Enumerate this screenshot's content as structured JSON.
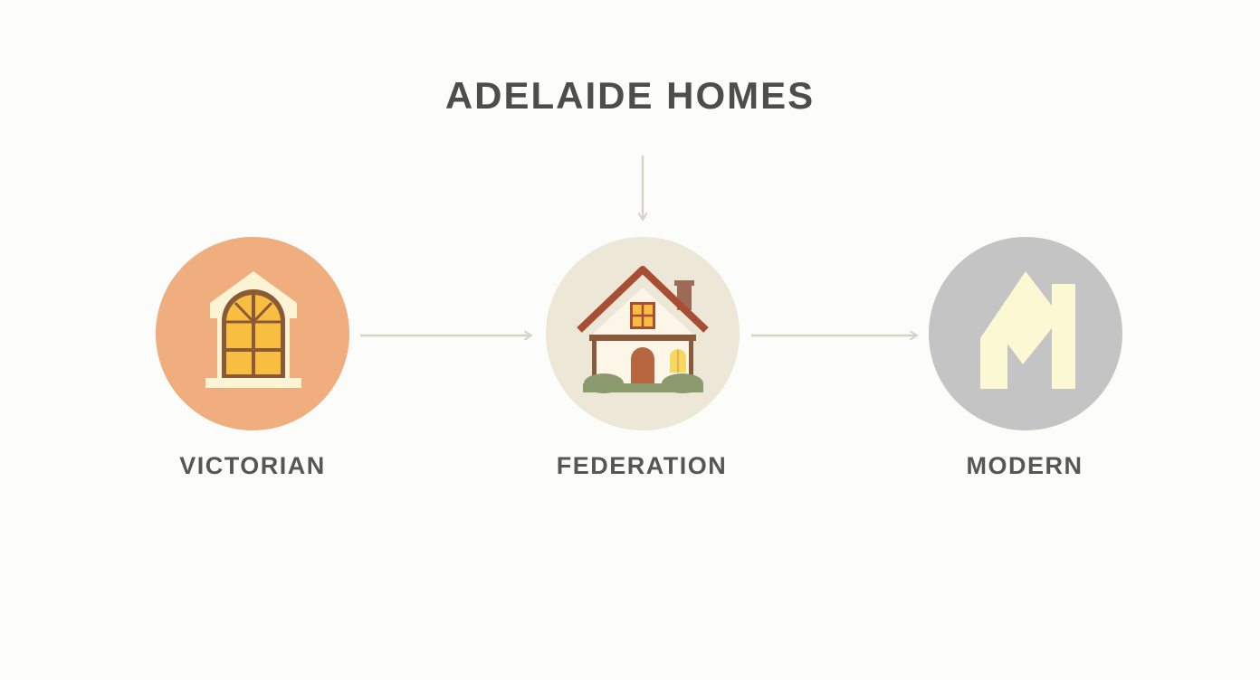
{
  "title": "ADELAIDE HOMES",
  "stages": [
    {
      "label": "VICTORIAN",
      "icon": "arched-window-icon",
      "color": "#f0ad7e"
    },
    {
      "label": "FEDERATION",
      "icon": "house-icon",
      "color": "#ece7d6"
    },
    {
      "label": "MODERN",
      "icon": "modern-house-icon",
      "color": "#c4c4c4"
    }
  ],
  "colors": {
    "arrow": "#d5d2c6",
    "text": "#4d4d4d"
  }
}
